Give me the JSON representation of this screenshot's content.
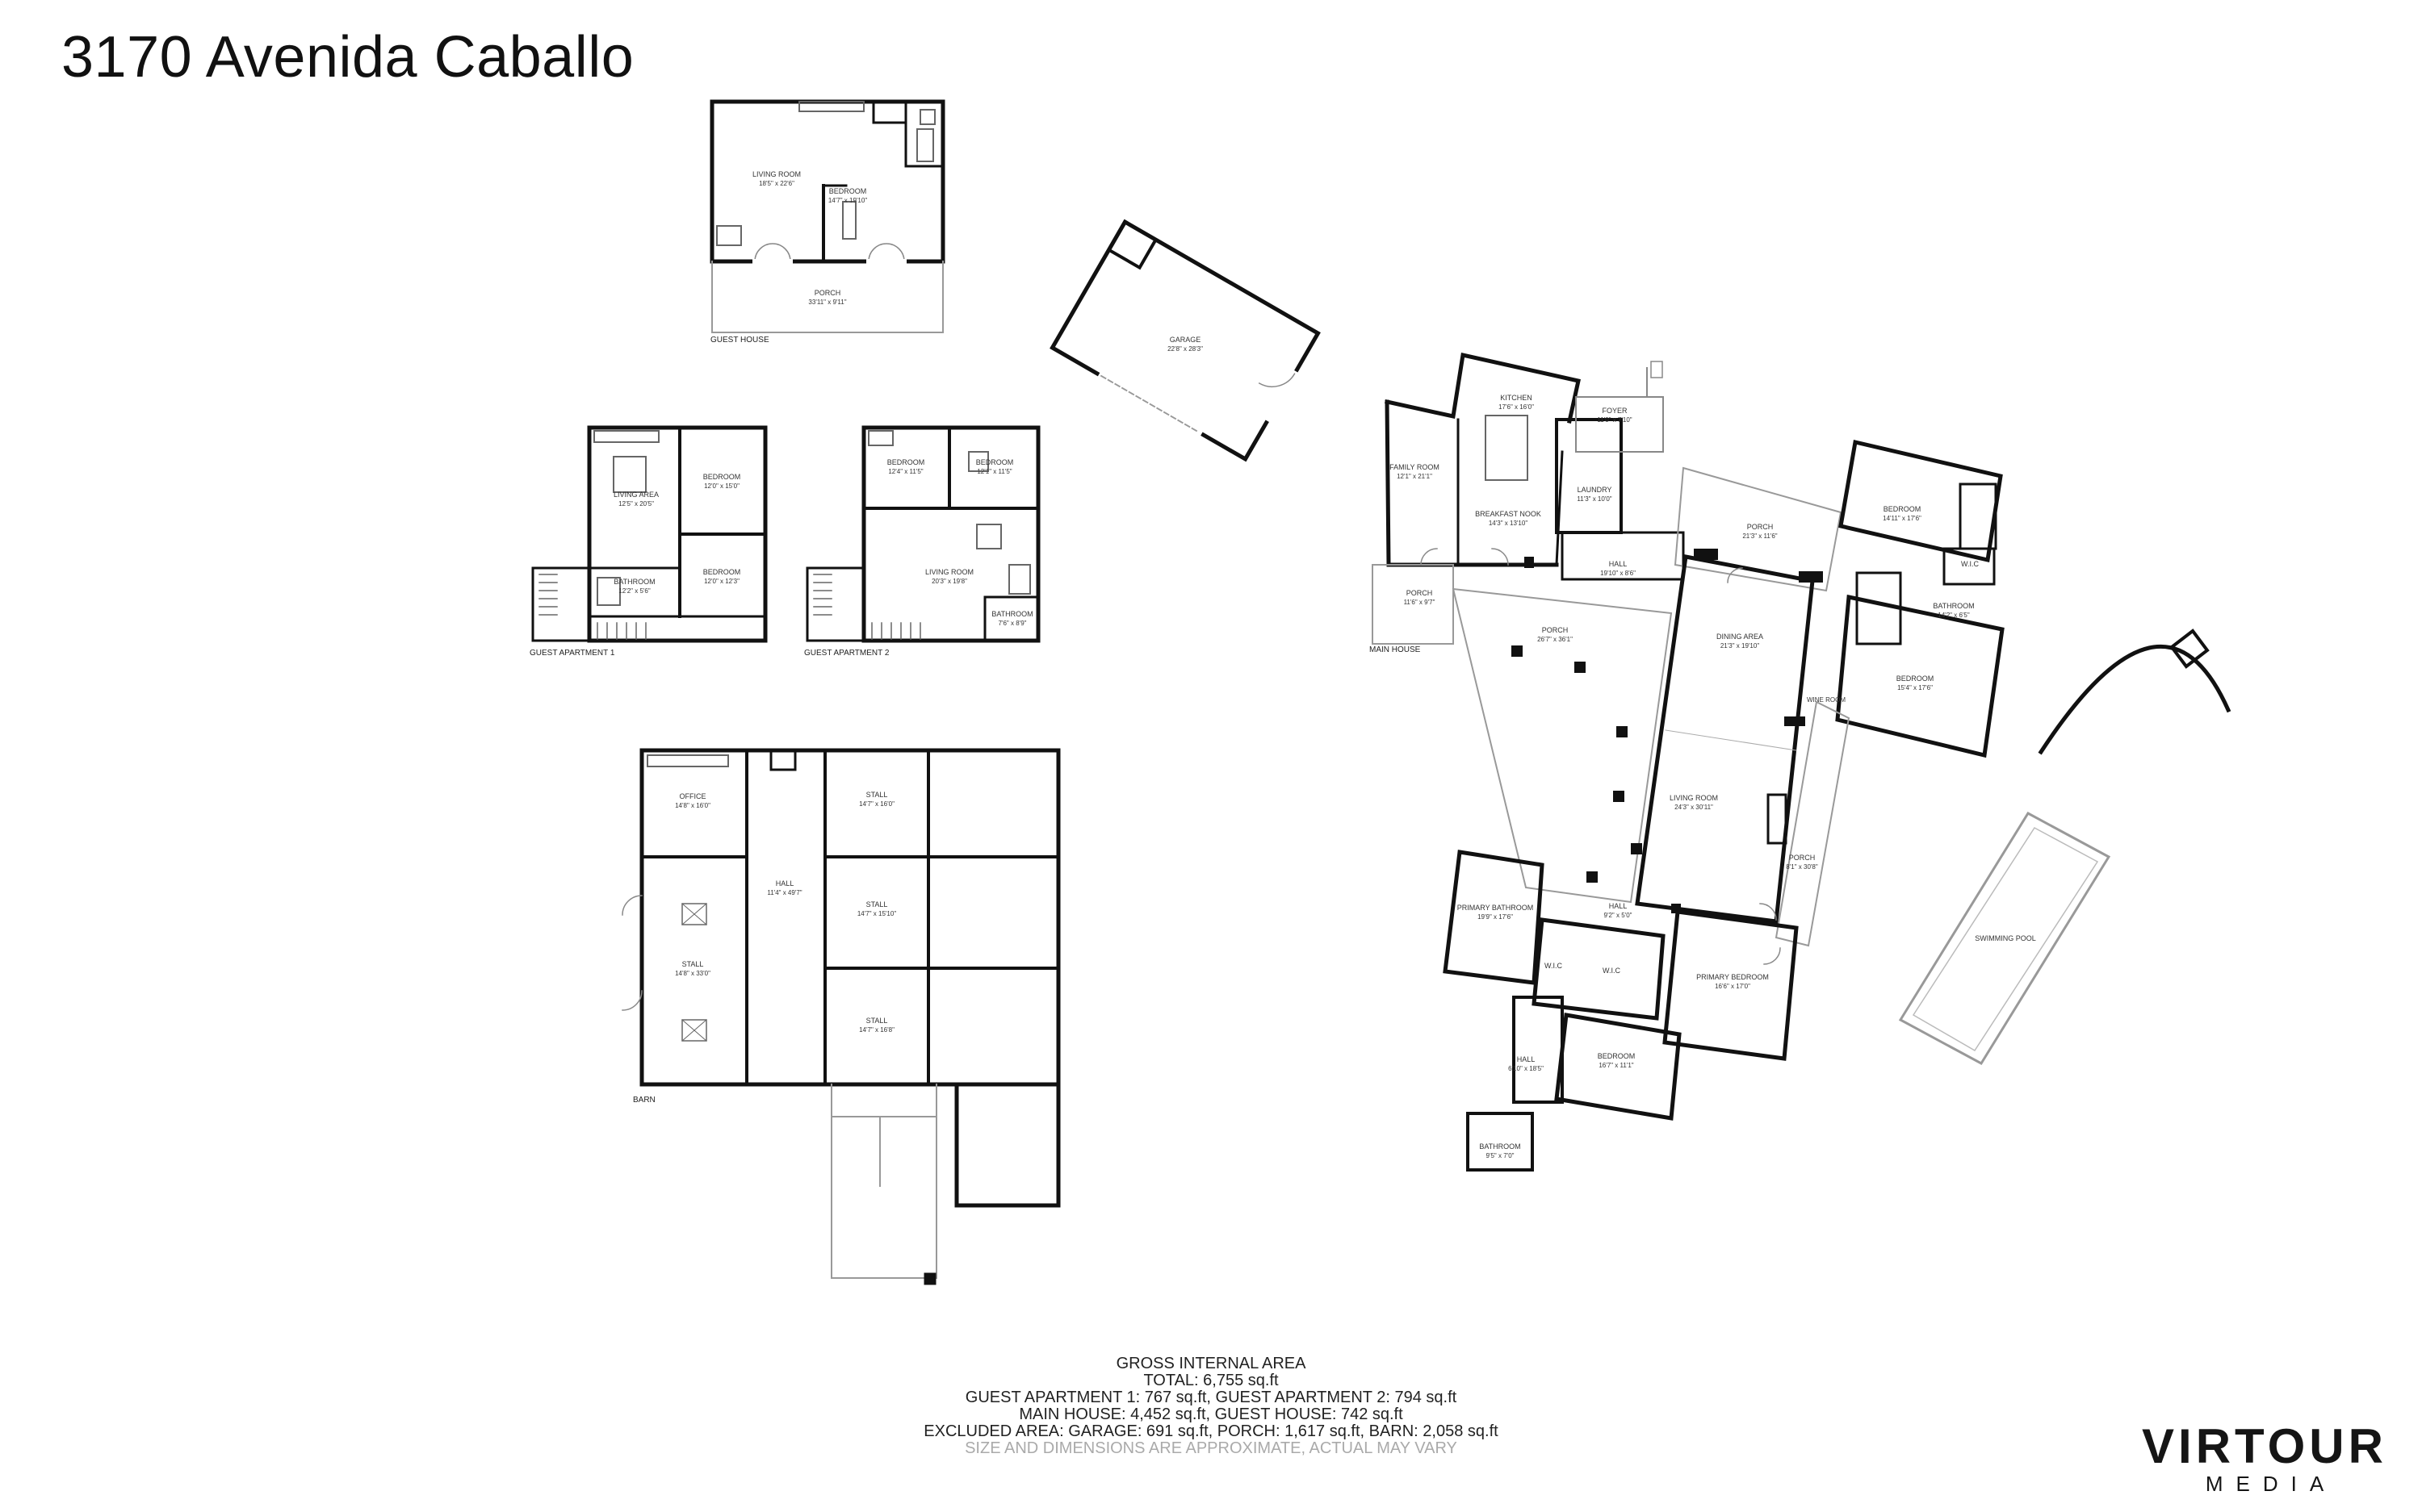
{
  "title": "3170 Avenida Caballo",
  "buildings": {
    "guest_house": "GUEST HOUSE",
    "guest_apartment_1": "GUEST APARTMENT 1",
    "guest_apartment_2": "GUEST APARTMENT 2",
    "main_house": "MAIN HOUSE",
    "barn": "BARN"
  },
  "rooms": {
    "gh_living": {
      "name": "LIVING ROOM",
      "dim": "18'5\" x 22'6\""
    },
    "gh_bedroom": {
      "name": "BEDROOM",
      "dim": "14'7\" x 19'10\""
    },
    "gh_porch": {
      "name": "PORCH",
      "dim": "33'11\" x 9'11\""
    },
    "garage": {
      "name": "GARAGE",
      "dim": "22'8\" x 28'3\""
    },
    "ga1_living": {
      "name": "LIVING AREA",
      "dim": "12'5\" x 20'5\""
    },
    "ga1_bed1": {
      "name": "BEDROOM",
      "dim": "12'0\" x 15'0\""
    },
    "ga1_bed2": {
      "name": "BEDROOM",
      "dim": "12'0\" x 12'3\""
    },
    "ga1_bath": {
      "name": "BATHROOM",
      "dim": "12'2\" x 5'6\""
    },
    "ga2_bed1": {
      "name": "BEDROOM",
      "dim": "12'4\" x 11'5\""
    },
    "ga2_bed2": {
      "name": "BEDROOM",
      "dim": "12'1\" x 11'5\""
    },
    "ga2_living": {
      "name": "LIVING ROOM",
      "dim": "20'3\" x 19'8\""
    },
    "ga2_bath": {
      "name": "BATHROOM",
      "dim": "7'6\" x 8'9\""
    },
    "barn_office": {
      "name": "OFFICE",
      "dim": "14'8\" x 16'0\""
    },
    "barn_hall": {
      "name": "HALL",
      "dim": "11'4\" x 49'7\""
    },
    "barn_stall_big": {
      "name": "STALL",
      "dim": "14'8\" x 33'0\""
    },
    "barn_stall_1": {
      "name": "STALL",
      "dim": "14'7\" x 16'0\""
    },
    "barn_stall_2": {
      "name": "STALL",
      "dim": "14'7\" x 15'10\""
    },
    "barn_stall_3": {
      "name": "STALL",
      "dim": "14'7\" x 16'8\""
    },
    "mh_kitchen": {
      "name": "KITCHEN",
      "dim": "17'6\" x 16'0\""
    },
    "mh_family": {
      "name": "FAMILY ROOM",
      "dim": "12'1\" x 21'1\""
    },
    "mh_breakfast": {
      "name": "BREAKFAST NOOK",
      "dim": "14'3\" x 13'10\""
    },
    "mh_laundry": {
      "name": "LAUNDRY",
      "dim": "11'3\" x 10'0\""
    },
    "mh_foyer": {
      "name": "FOYER",
      "dim": "11'0\" x 7'10\""
    },
    "mh_porch_n": {
      "name": "PORCH",
      "dim": "21'3\" x 11'6\""
    },
    "mh_hall": {
      "name": "HALL",
      "dim": "19'10\" x 8'6\""
    },
    "mh_porch_w": {
      "name": "PORCH",
      "dim": "11'6\" x 9'7\""
    },
    "mh_porch_c": {
      "name": "PORCH",
      "dim": "26'7\" x 36'1\""
    },
    "mh_dining": {
      "name": "DINING AREA",
      "dim": "21'3\" x 19'10\""
    },
    "mh_living": {
      "name": "LIVING ROOM",
      "dim": "24'3\" x 30'11\""
    },
    "mh_porch_e": {
      "name": "PORCH",
      "dim": "8'1\" x 30'8\""
    },
    "mh_bed_ne": {
      "name": "BEDROOM",
      "dim": "14'11\" x 17'6\""
    },
    "mh_bath_ne": {
      "name": "BATHROOM",
      "dim": "14'2\" x 6'5\""
    },
    "mh_wic_ne": {
      "name": "W.I.C",
      "dim": ""
    },
    "mh_bed_e": {
      "name": "BEDROOM",
      "dim": "15'4\" x 17'6\""
    },
    "mh_wine": {
      "name": "WINE ROOM",
      "dim": ""
    },
    "mh_primary_bath": {
      "name": "PRIMARY BATHROOM",
      "dim": "19'9\" x 17'6\""
    },
    "mh_hall_s": {
      "name": "HALL",
      "dim": "9'2\" x 5'0\""
    },
    "mh_wic_1": {
      "name": "W.I.C",
      "dim": ""
    },
    "mh_wic_2": {
      "name": "W.I.C",
      "dim": ""
    },
    "mh_primary_bed": {
      "name": "PRIMARY BEDROOM",
      "dim": "16'6\" x 17'0\""
    },
    "mh_hall_sw": {
      "name": "HALL",
      "dim": "6'10\" x 18'5\""
    },
    "mh_bed_s": {
      "name": "BEDROOM",
      "dim": "16'7\" x 11'1\""
    },
    "mh_bath_s": {
      "name": "BATHROOM",
      "dim": "9'5\" x 7'0\""
    },
    "pool": {
      "name": "SWIMMING POOL",
      "dim": ""
    }
  },
  "gross_area": {
    "heading": "GROSS INTERNAL AREA",
    "total": "TOTAL: 6,755 sq.ft",
    "line1": "GUEST APARTMENT 1: 767 sq.ft, GUEST APARTMENT 2: 794 sq.ft",
    "line2": "MAIN HOUSE: 4,452 sq.ft, GUEST HOUSE: 742 sq.ft",
    "line3": "EXCLUDED AREA: GARAGE: 691 sq.ft, PORCH: 1,617 sq.ft, BARN: 2,058 sq.ft",
    "disclaimer": "SIZE AND DIMENSIONS ARE APPROXIMATE, ACTUAL MAY VARY"
  },
  "brand": {
    "name": "VIRTOUR",
    "sub": "MEDIA"
  },
  "colors": {
    "wall": "#111111",
    "thin": "#9a9a9a",
    "fixture": "#666666"
  }
}
